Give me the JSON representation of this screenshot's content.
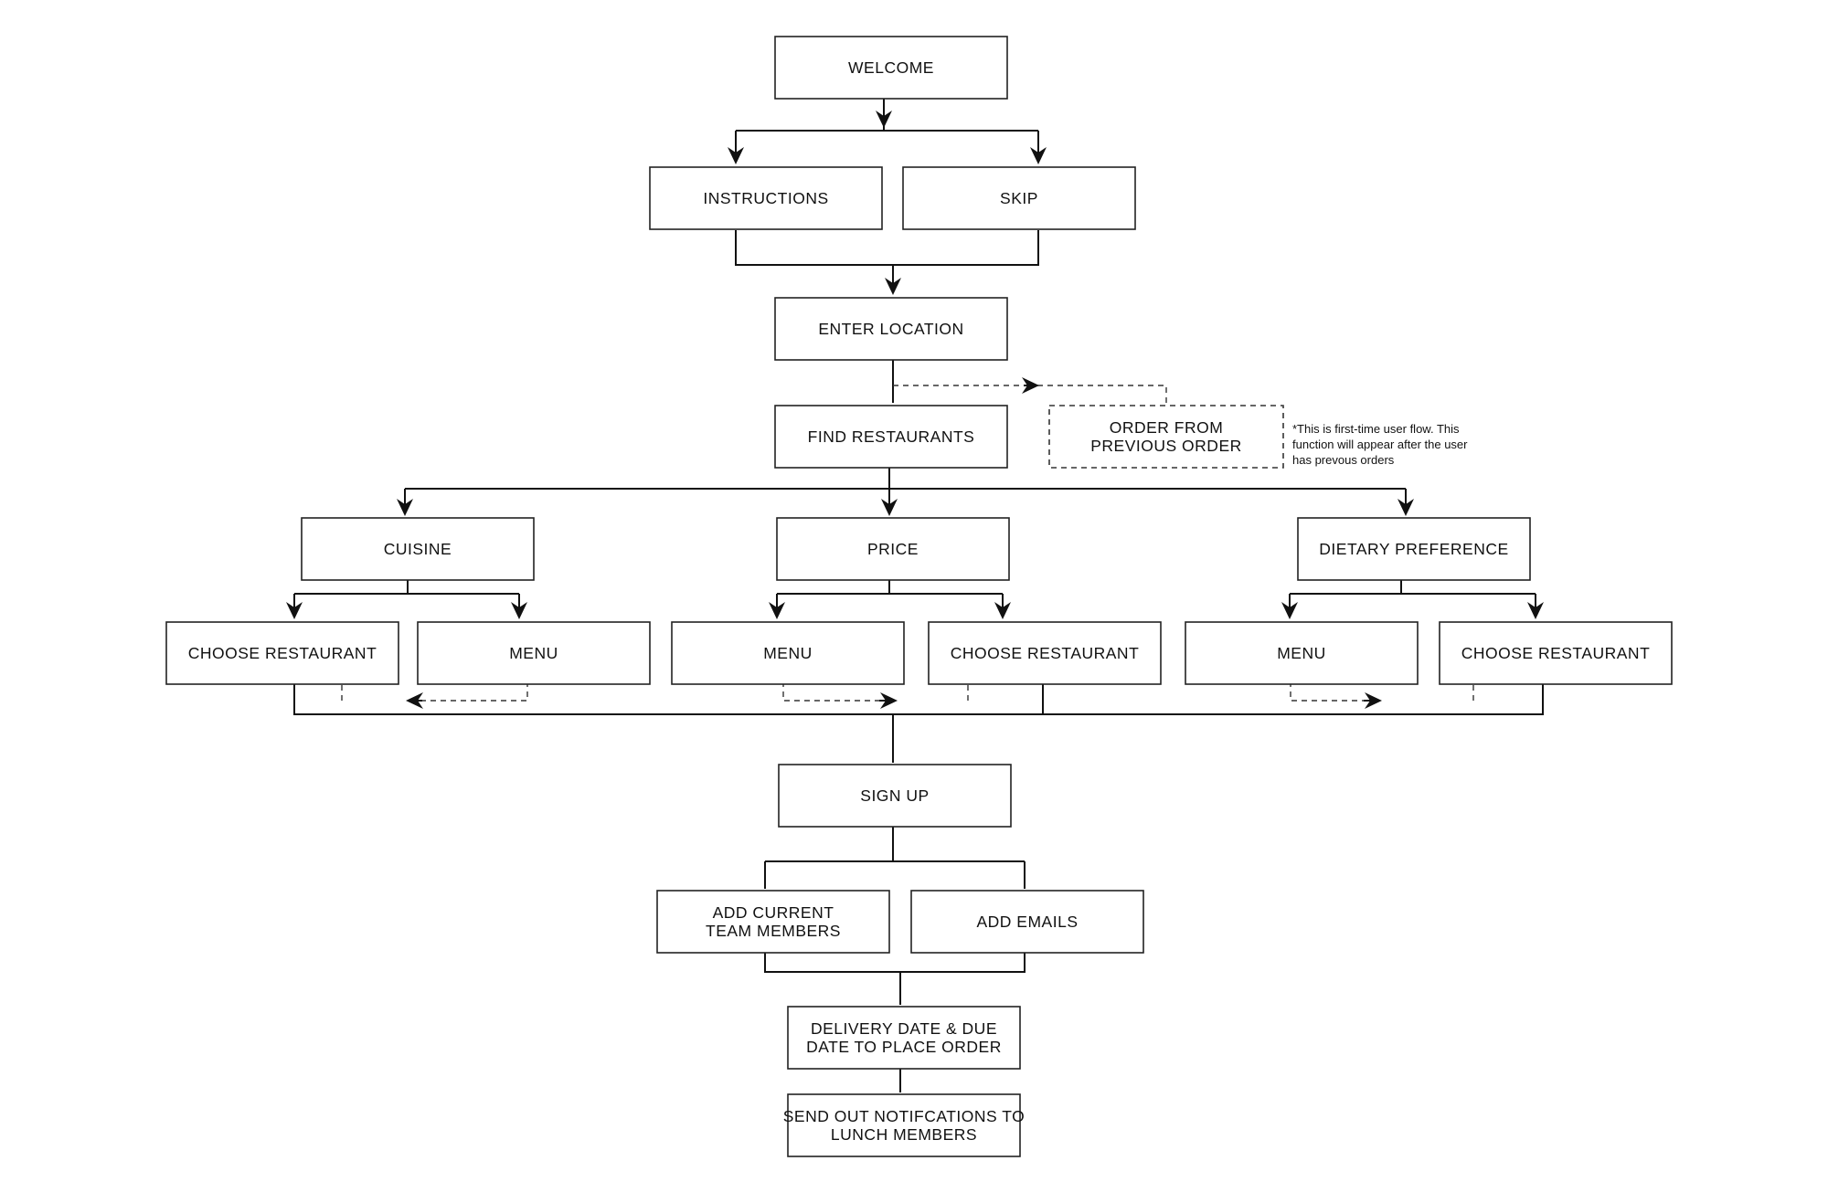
{
  "boxes": {
    "welcome": {
      "lines": [
        "WELCOME"
      ]
    },
    "instructions": {
      "lines": [
        "INSTRUCTIONS"
      ]
    },
    "skip": {
      "lines": [
        "SKIP"
      ]
    },
    "enter_location": {
      "lines": [
        "ENTER LOCATION"
      ]
    },
    "find_restaurants": {
      "lines": [
        "FIND RESTAURANTS"
      ]
    },
    "order_previous": {
      "lines": [
        "ORDER FROM",
        "PREVIOUS ORDER"
      ]
    },
    "cuisine": {
      "lines": [
        "CUISINE"
      ]
    },
    "price": {
      "lines": [
        "PRICE"
      ]
    },
    "dietary_preference": {
      "lines": [
        "DIETARY PREFERENCE"
      ]
    },
    "cuisine_choose_restaurant": {
      "lines": [
        "CHOOSE RESTAURANT"
      ]
    },
    "cuisine_menu": {
      "lines": [
        "MENU"
      ]
    },
    "price_menu": {
      "lines": [
        "MENU"
      ]
    },
    "price_choose_restaurant": {
      "lines": [
        "CHOOSE RESTAURANT"
      ]
    },
    "dietary_menu": {
      "lines": [
        "MENU"
      ]
    },
    "dietary_choose_restaurant": {
      "lines": [
        "CHOOSE RESTAURANT"
      ]
    },
    "sign_up": {
      "lines": [
        "SIGN UP"
      ]
    },
    "add_team_members": {
      "lines": [
        "ADD CURRENT",
        "TEAM MEMBERS"
      ]
    },
    "add_emails": {
      "lines": [
        "ADD EMAILS"
      ]
    },
    "delivery_date": {
      "lines": [
        "DELIVERY DATE & DUE",
        "DATE TO PLACE ORDER"
      ]
    },
    "send_notifications": {
      "lines": [
        "SEND OUT NOTIFCATIONS TO",
        "LUNCH MEMBERS"
      ]
    }
  },
  "note": {
    "lines": [
      "*This is first-time user flow. This",
      "function will appear after the user",
      "has prevous orders"
    ]
  }
}
